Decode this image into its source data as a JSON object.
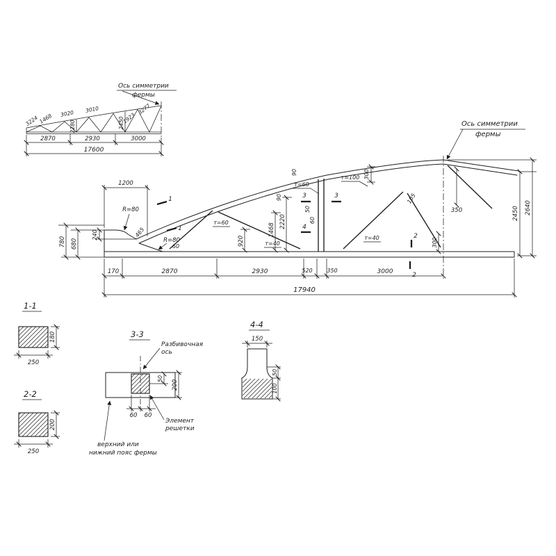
{
  "palette": {
    "ink": "#1d1d1d",
    "bg": "#ffffff"
  },
  "overview": {
    "axis_line1": "Ось симметрии",
    "axis_line2": "фермы",
    "diag1": "3224",
    "diag2": "1468",
    "diag3": "3020",
    "diag4": "2280",
    "diag5": "3010",
    "diag6": "2450",
    "diag7": "1923",
    "diag8": "3277",
    "dim1": "2870",
    "dim2": "2930",
    "dim3": "3000",
    "total": "17600"
  },
  "main": {
    "axis_line1": "Ось симметрии",
    "axis_line2": "фермы",
    "dim_1200": "1200",
    "dim_240": "240",
    "radius_top": "R=80",
    "radius_bottom": "R=80",
    "dim_465": "465",
    "dim_780": "780",
    "dim_680": "680",
    "dim_60_left": "60",
    "dim_920": "920",
    "dim_1468": "1468",
    "dim_2220": "2220",
    "dim_90a": "90",
    "dim_90b": "90",
    "t60_top": "т=60",
    "t100": "т=100",
    "t60_left": "т=60",
    "t40_left": "т=40",
    "t40_right": "т=40",
    "dim_300_top": "300",
    "dim_350_top": "350",
    "dim_105": "105",
    "dim_50_mid": "50",
    "dim_60_mid": "60",
    "dim_300_right": "300",
    "dim_2450": "2450",
    "dim_2640": "2640",
    "dim_170": "170",
    "dim_2870": "2870",
    "dim_2930": "2930",
    "dim_520": "520",
    "dim_350_bottom": "350",
    "dim_3000": "3000",
    "total": "17940",
    "cut1": "1",
    "cut2": "2",
    "cut3": "3",
    "cut4": "4"
  },
  "sections": {
    "s11": {
      "title": "1-1",
      "width": "250",
      "height": "180"
    },
    "s22": {
      "title": "2-2",
      "width": "250",
      "height": "200"
    },
    "s33": {
      "title": "3-3",
      "axis_label_line1": "Разбивочная",
      "axis_label_line2": "ось",
      "element_label_line1": "Элемент",
      "element_label_line2": "решетки",
      "chord_label_line1": "верхний или",
      "chord_label_line2": "нижний пояс фермы",
      "dim_60a": "60",
      "dim_60b": "60",
      "dim_200": "200",
      "dim_50": "50"
    },
    "s44": {
      "title": "4-4",
      "dim_150": "150",
      "dim_50": "50",
      "dim_100": "100"
    }
  }
}
